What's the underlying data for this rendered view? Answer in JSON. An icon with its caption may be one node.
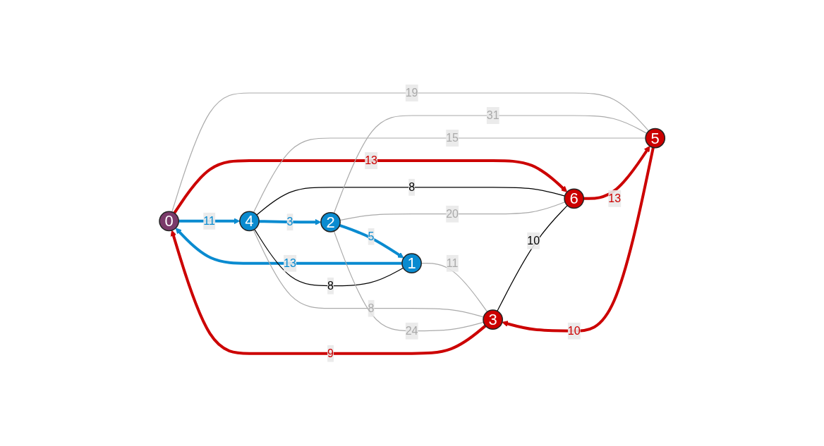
{
  "diagram": {
    "nodes": [
      {
        "text": [
          "0"
        ]
      },
      {
        "text": [
          "1"
        ]
      },
      {
        "text": [
          "2"
        ]
      },
      {
        "text": [
          "3"
        ]
      },
      {
        "text": [
          "4"
        ]
      },
      {
        "text": [
          "5"
        ]
      },
      {
        "text": [
          "6"
        ]
      }
    ],
    "edges": [
      {
        "from": 1,
        "to": 0,
        "arrow": "to",
        "label": "13",
        "style": "thick",
        "color": "#0a8bd0"
      },
      {
        "from": 2,
        "to": 1,
        "arrow": "to",
        "label": "5",
        "style": "thick",
        "color": "#0a8bd0"
      },
      {
        "from": 0,
        "to": 4,
        "arrow": "to",
        "label": "11",
        "style": "thick",
        "color": "#0a8bd0"
      },
      {
        "from": 4,
        "to": 2,
        "arrow": "to",
        "label": "3",
        "style": "thick",
        "color": "#0a8bd0"
      },
      {
        "from": 1,
        "to": 4,
        "arrow": "none",
        "label": "8",
        "color": "#000000"
      },
      {
        "from": 0,
        "to": 5,
        "arrow": "none",
        "label": "19"
      },
      {
        "from": 3,
        "to": 0,
        "arrow": "to",
        "label": "9",
        "style": "thick",
        "color": "#cc0000"
      },
      {
        "from": 0,
        "to": 6,
        "arrow": "to",
        "label": "13",
        "style": "thick",
        "color": "#cc0000"
      },
      {
        "from": 1,
        "to": 3,
        "arrow": "none",
        "label": "11"
      },
      {
        "from": 4,
        "to": 3,
        "arrow": "none",
        "label": "8"
      },
      {
        "from": 2,
        "to": 3,
        "arrow": "none",
        "label": "24"
      },
      {
        "from": 4,
        "to": 6,
        "arrow": "none",
        "label": "8",
        "color": "#000000"
      },
      {
        "from": 2,
        "to": 5,
        "arrow": "none",
        "label": "31"
      },
      {
        "from": 2,
        "to": 6,
        "arrow": "none",
        "label": "20"
      },
      {
        "from": 5,
        "to": 3,
        "arrow": "to",
        "label": "10",
        "style": "thick",
        "color": "#cc0000"
      },
      {
        "from": 3,
        "to": 6,
        "arrow": "none",
        "label": "10",
        "color": "#000000"
      },
      {
        "from": 4,
        "to": 5,
        "arrow": "none",
        "label": "15"
      },
      {
        "from": 6,
        "to": 5,
        "arrow": "to",
        "label": "13",
        "style": "thick",
        "color": "#cc0000"
      }
    ]
  }
}
